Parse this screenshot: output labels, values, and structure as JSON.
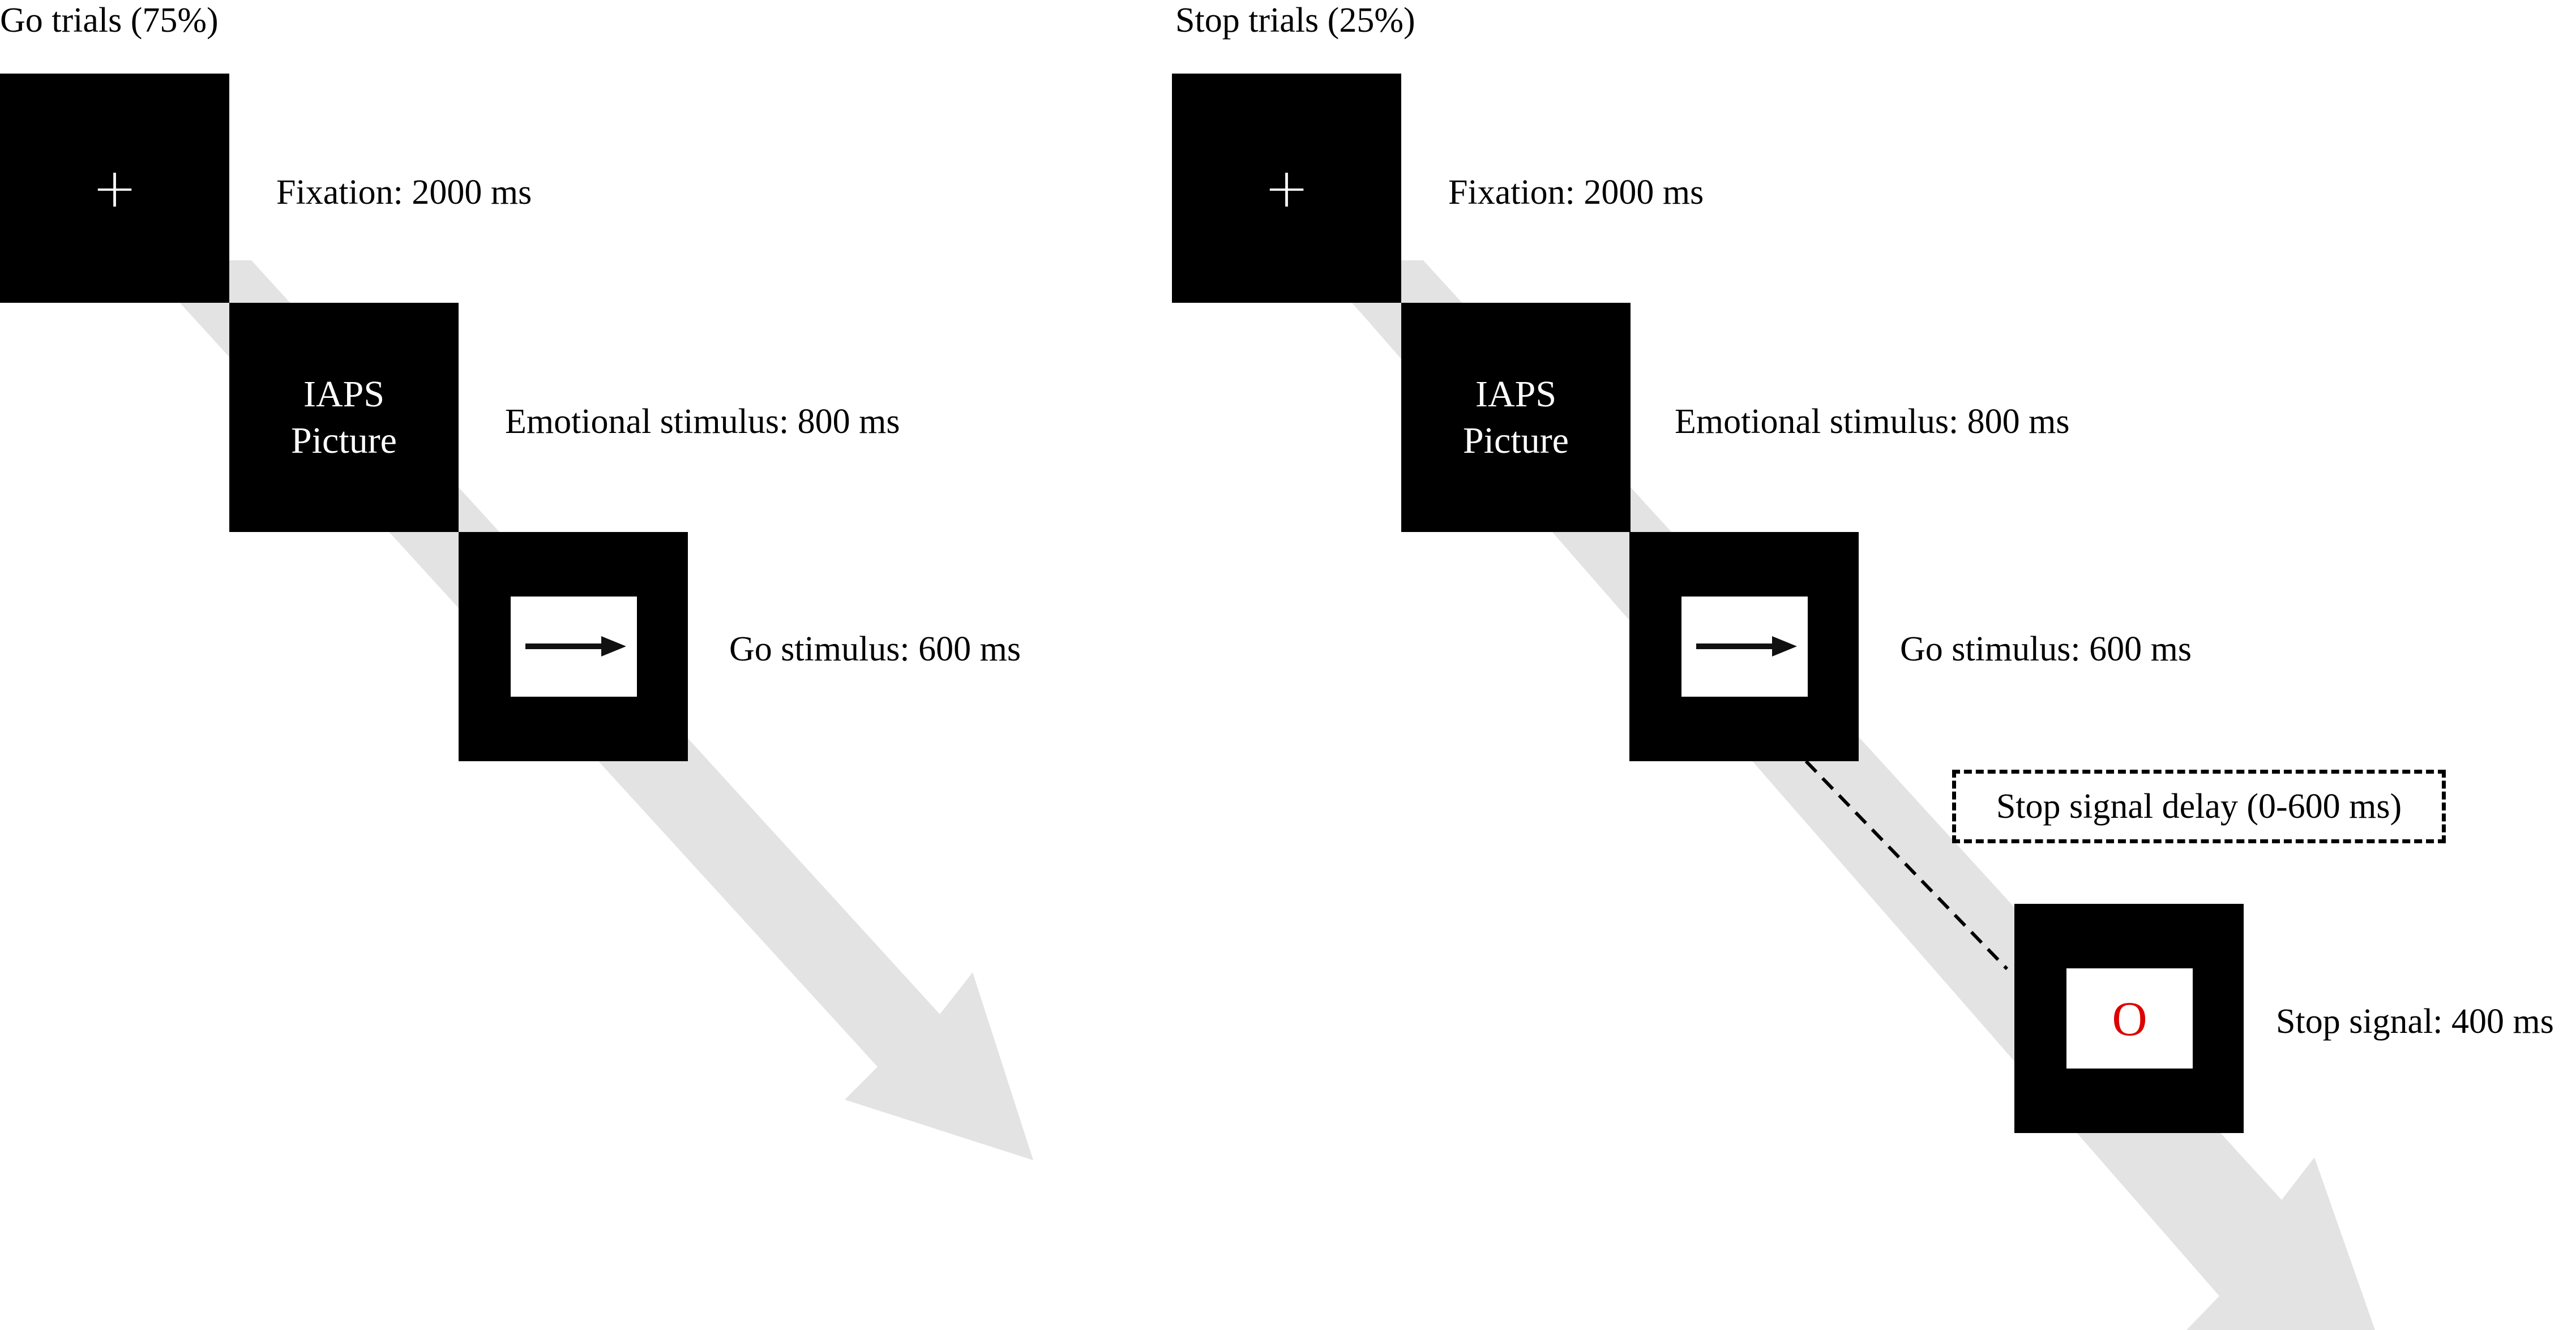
{
  "go_panel": {
    "title": "Go trials (75%)",
    "fixation_symbol": "+",
    "fixation_label": "Fixation: 2000 ms",
    "picture_line1": "IAPS",
    "picture_line2": "Picture",
    "emotional_label": "Emotional stimulus: 800 ms",
    "go_label": "Go stimulus: 600 ms"
  },
  "stop_panel": {
    "title": "Stop trials (25%)",
    "fixation_symbol": "+",
    "fixation_label": "Fixation: 2000 ms",
    "picture_line1": "IAPS",
    "picture_line2": "Picture",
    "emotional_label": "Emotional stimulus: 800 ms",
    "go_label": "Go stimulus: 600 ms",
    "delay_label": "Stop signal delay (0-600 ms)",
    "stop_symbol": "O",
    "stop_label": "Stop signal: 400 ms"
  },
  "colors": {
    "background": "#ffffff",
    "screen": "#000000",
    "timeline_arrow": "#e3e3e3",
    "stop_signal": "#dd0000"
  },
  "icons": {
    "go_stimulus": "right-arrow-icon",
    "timeline": "diagonal-arrow"
  }
}
